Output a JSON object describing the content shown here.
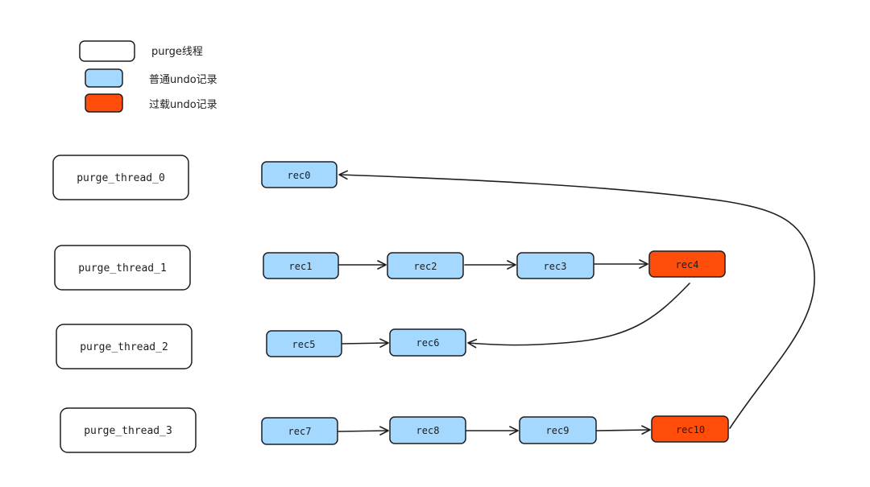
{
  "legend": [
    {
      "kind": "thread",
      "label": "purge线程"
    },
    {
      "kind": "normal",
      "label": "普通undo记录"
    },
    {
      "kind": "overloaded",
      "label": "过载undo记录"
    }
  ],
  "threads": [
    {
      "label": "purge_thread_0",
      "records": [
        "rec0"
      ]
    },
    {
      "label": "purge_thread_1",
      "records": [
        "rec1",
        "rec2",
        "rec3",
        "rec4"
      ]
    },
    {
      "label": "purge_thread_2",
      "records": [
        "rec5",
        "rec6"
      ]
    },
    {
      "label": "purge_thread_3",
      "records": [
        "rec7",
        "rec8",
        "rec9",
        "rec10"
      ]
    }
  ],
  "records": {
    "rec0": {
      "type": "normal"
    },
    "rec1": {
      "type": "normal"
    },
    "rec2": {
      "type": "normal"
    },
    "rec3": {
      "type": "normal"
    },
    "rec4": {
      "type": "overloaded"
    },
    "rec5": {
      "type": "normal"
    },
    "rec6": {
      "type": "normal"
    },
    "rec7": {
      "type": "normal"
    },
    "rec8": {
      "type": "normal"
    },
    "rec9": {
      "type": "normal"
    },
    "rec10": {
      "type": "overloaded"
    }
  },
  "links": [
    {
      "from": "rec1",
      "to": "rec2"
    },
    {
      "from": "rec2",
      "to": "rec3"
    },
    {
      "from": "rec3",
      "to": "rec4"
    },
    {
      "from": "rec4",
      "to": "rec6"
    },
    {
      "from": "rec5",
      "to": "rec6"
    },
    {
      "from": "rec7",
      "to": "rec8"
    },
    {
      "from": "rec8",
      "to": "rec9"
    },
    {
      "from": "rec9",
      "to": "rec10"
    },
    {
      "from": "rec10",
      "to": "rec0"
    }
  ],
  "colors": {
    "thread_fill": "#ffffff",
    "normal_fill": "#a5d8ff",
    "overloaded_fill": "#ff4d0c",
    "stroke": "#1e1e1e"
  }
}
